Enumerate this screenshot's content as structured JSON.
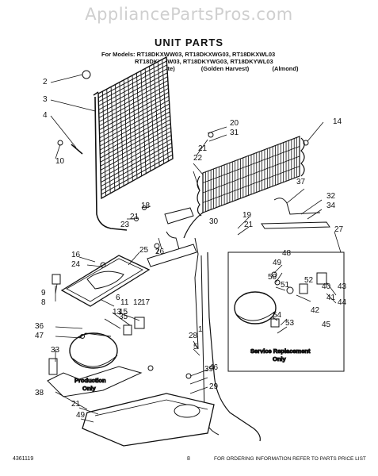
{
  "watermark": "AppliancePartsPros.com",
  "title": "UNIT PARTS",
  "models": {
    "line1": "For Models: RT18DKXWW03, RT18DKXWG03, RT18DKXWL03",
    "line2": "RT18DKYWW03, RT18DKYWG03, RT18DKYWL03",
    "colors": [
      "(White)",
      "(Golden Harvest)",
      "(Almond)"
    ]
  },
  "notes": {
    "service_replacement": "Service Replacement",
    "service_only": "Only",
    "production": "Production",
    "production_only": "Only"
  },
  "footer": {
    "doc_number": "4361119",
    "page": "8",
    "ordering": "FOR ORDERING INFORMATION REFER TO PARTS PRICE LIST"
  },
  "callouts": [
    "1",
    "2",
    "3",
    "4",
    "5",
    "6",
    "8",
    "9",
    "10",
    "11",
    "12",
    "13",
    "14",
    "15",
    "16",
    "17",
    "18",
    "19",
    "20",
    "21",
    "21",
    "21",
    "21",
    "22",
    "23",
    "24",
    "25",
    "26",
    "27",
    "28",
    "29",
    "30",
    "31",
    "32",
    "33",
    "34",
    "35",
    "36",
    "37",
    "38",
    "39",
    "40",
    "41",
    "42",
    "43",
    "44",
    "45",
    "46",
    "47",
    "48",
    "49",
    "49",
    "50",
    "51",
    "52",
    "53",
    "54",
    "55",
    "56"
  ]
}
